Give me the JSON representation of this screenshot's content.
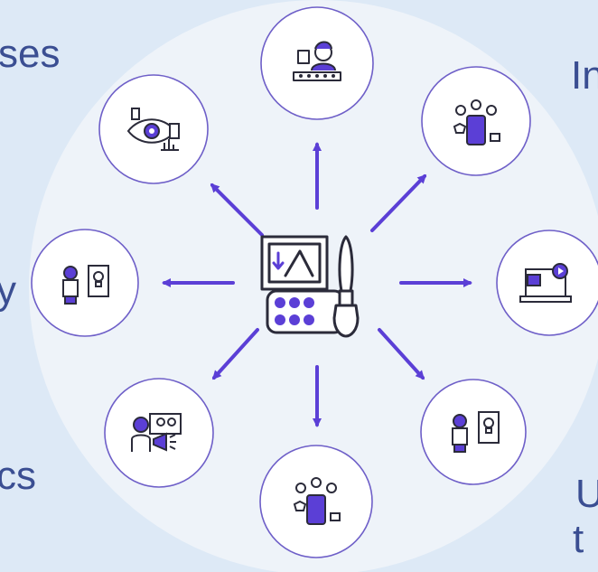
{
  "edge_texts": {
    "top_left": "ses",
    "top_right": "In",
    "mid_left": "y",
    "bottom_left": "cs",
    "bottom_right_1": "U",
    "bottom_right_2": "t"
  },
  "colors": {
    "background": "#dde9f6",
    "panel": "#eef3f9",
    "accent": "#5b3fd6",
    "icon_dark": "#2b2b3a",
    "circle_stroke": "#6e5fc8",
    "edge_text": "#3a4e92"
  },
  "diagram": {
    "center_icon": "painting-easel-palette-brush-icon",
    "nodes": [
      {
        "position": "top",
        "icon": "worker-assembly-line-icon"
      },
      {
        "position": "top-right",
        "icon": "smartphone-apps-icon"
      },
      {
        "position": "right",
        "icon": "video-laptop-icon"
      },
      {
        "position": "bottom-right",
        "icon": "person-idea-bulb-icon"
      },
      {
        "position": "bottom",
        "icon": "smartphone-apps-icon"
      },
      {
        "position": "bottom-left",
        "icon": "speaker-megaphone-icon"
      },
      {
        "position": "left",
        "icon": "person-idea-bulb-icon"
      },
      {
        "position": "top-left",
        "icon": "eye-analytics-icon"
      }
    ],
    "arrows": [
      "top",
      "top-right",
      "right",
      "bottom-right",
      "bottom",
      "bottom-left",
      "left",
      "top-left"
    ]
  }
}
